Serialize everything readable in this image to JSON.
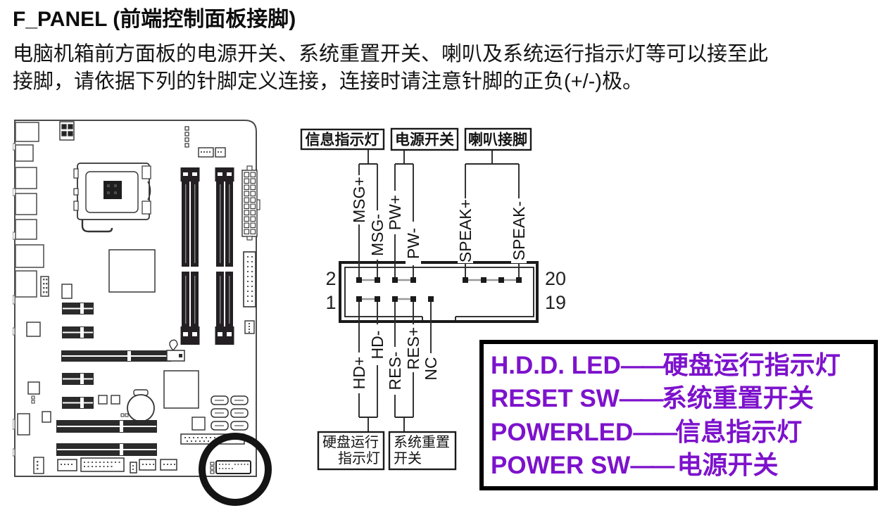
{
  "header": {
    "title": "F_PANEL (前端控制面板接脚)"
  },
  "description": {
    "line1": "电脑机箱前方面板的电源开关、系统重置开关、喇叭及系统运行指示灯等可以接至此",
    "line2": "接脚，请依据下列的针脚定义连接，连接时请注意针脚的正负(+/-)极。"
  },
  "pin_diagram": {
    "top_labels": [
      {
        "label": "信息指示灯"
      },
      {
        "label": "电源开关"
      },
      {
        "label": "喇叭接脚"
      }
    ],
    "top_pin_names": {
      "msg_plus": "MSG+",
      "msg_minus": "MSG-",
      "pw_plus": "PW+",
      "pw_minus": "PW-",
      "speak_plus": "SPEAK+",
      "speak_minus": "SPEAK-"
    },
    "bottom_pin_names": {
      "hd_plus": "HD+",
      "hd_minus": "HD-",
      "res_minus": "RES-",
      "res_plus": "RES+",
      "nc": "NC"
    },
    "pin_numbers": {
      "top_left": "2",
      "bottom_left": "1",
      "top_right": "20",
      "bottom_right": "19"
    },
    "bottom_boxes": {
      "hdd": {
        "line1": "硬盘运行",
        "line2": "指示灯"
      },
      "reset": {
        "line1": "系统重置",
        "line2": "开关"
      }
    }
  },
  "legend": {
    "rows": [
      {
        "en": "H.D.D. LED",
        "dash": "——",
        "cn": "硬盘运行指示灯"
      },
      {
        "en": "RESET SW",
        "dash": "——",
        "cn": "系统重置开关"
      },
      {
        "en": "POWERLED",
        "dash": "——",
        "cn": "信息指示灯"
      },
      {
        "en": "POWER SW",
        "dash": "—— ",
        "cn": "电源开关"
      }
    ],
    "text_color": "#7d12cc"
  },
  "colors": {
    "accent_purple": "#7d12cc",
    "line_dark": "#1a1a1a",
    "bus_gray": "#999999",
    "slot_dark": "#2b2b2b"
  }
}
